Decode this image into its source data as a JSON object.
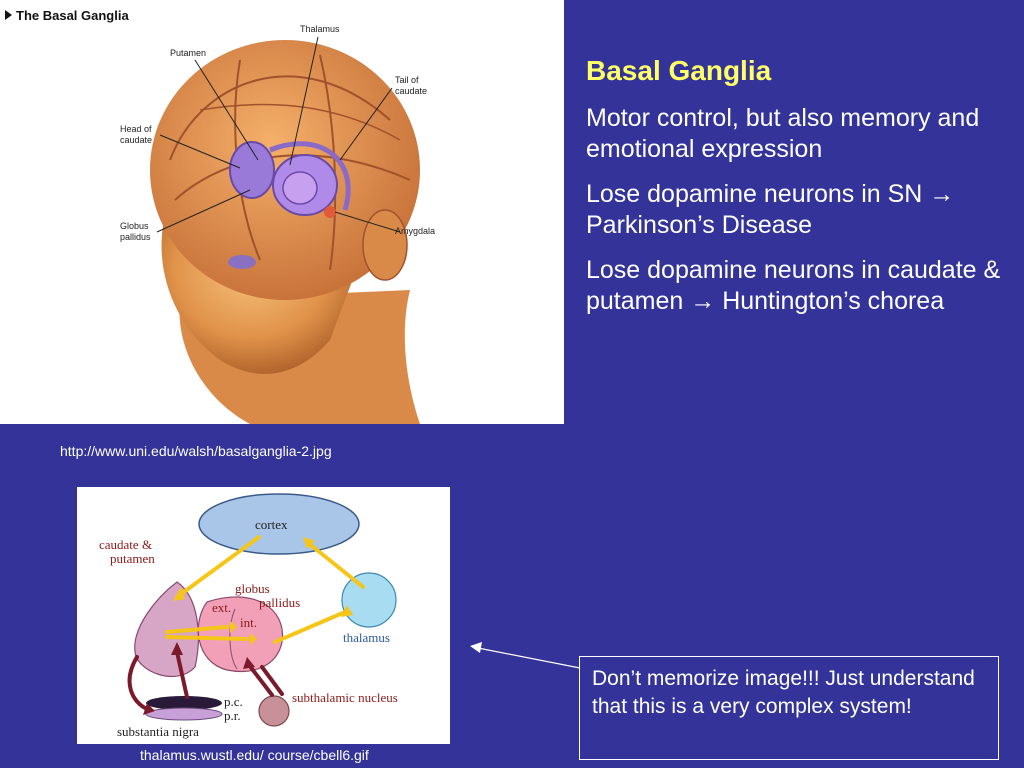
{
  "image1": {
    "title": "The Basal Ganglia",
    "labels": {
      "thalamus": "Thalamus",
      "putamen": "Putamen",
      "tail_line1": "Tail of",
      "tail_line2": "caudate",
      "head_line1": "Head of",
      "head_line2": "caudate",
      "globus_line1": "Globus",
      "globus_line2": "pallidus",
      "amygdala": "Amygdala"
    },
    "caption": "http://www.uni.edu/walsh/basalganglia-2.jpg"
  },
  "image2": {
    "labels": {
      "cortex": "cortex",
      "caudate_line1": "caudate &",
      "caudate_line2": "putamen",
      "globus": "globus",
      "pallidus": "pallidus",
      "ext": "ext.",
      "int": "int.",
      "thalamus": "thalamus",
      "pc": "p.c.",
      "pr": "p.r.",
      "substantia": "substantia nigra",
      "subthalamic": "subthalamic nucleus"
    },
    "caption": "thalamus.wustl.edu/ course/cbell6.gif"
  },
  "text": {
    "title": "Basal Ganglia",
    "bullet1": "Motor control, but also memory and emotional expression",
    "bullet2_pre": "Lose dopamine neurons in SN ",
    "bullet2_arrow": "→",
    "bullet2_post": " Parkinson’s Disease",
    "bullet3_pre": "Lose dopamine neurons in caudate & putamen ",
    "bullet3_arrow": "→",
    "bullet3_post": " Huntington’s chorea"
  },
  "note": "Don’t memorize image!!! Just understand that this is a very complex system!",
  "colors": {
    "background": "#333399",
    "title": "#ffff66",
    "text": "#ffffff"
  }
}
